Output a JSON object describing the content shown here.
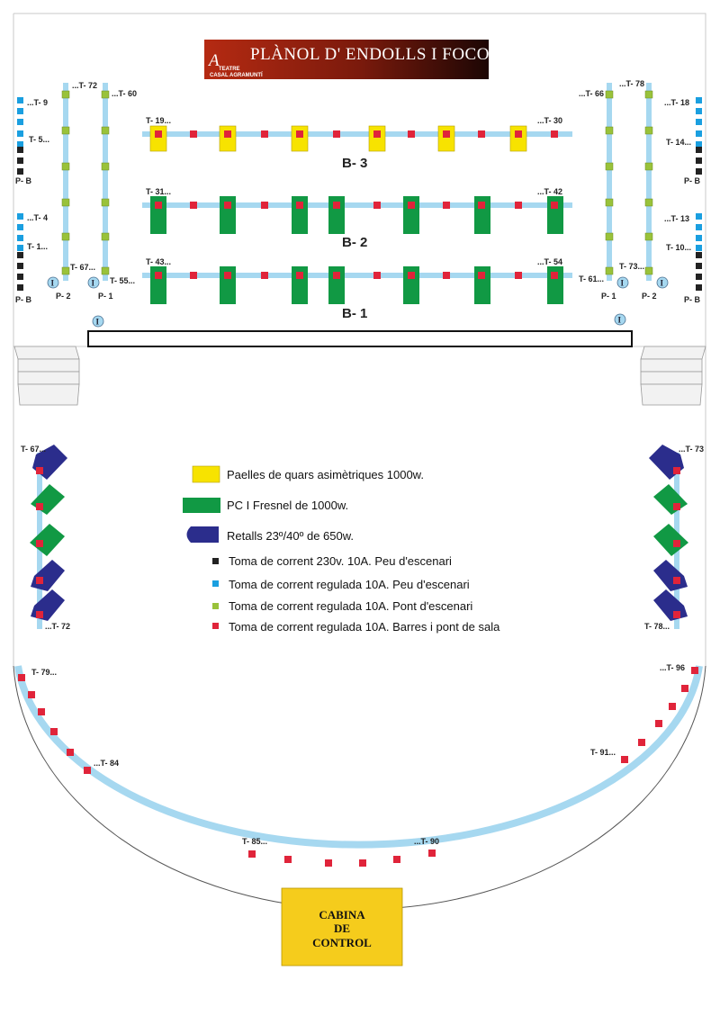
{
  "header": {
    "title": "PLÀNOL D' ENDOLLS I FOCOS",
    "logo_letter": "A",
    "subtitle_line1": "TEATRE",
    "subtitle_line2": "CASAL AGRAMUNTÍ"
  },
  "stage_labels": {
    "b3": "B- 3",
    "b2": "B- 2",
    "b1": "B- 1",
    "p2": "P- 2",
    "p1": "P- 1",
    "pb": "P- B",
    "i": "I"
  },
  "socket_labels": {
    "t19": "T- 19...",
    "t30": "...T- 30",
    "t31": "T- 31...",
    "t42": "...T- 42",
    "t43": "T- 43...",
    "t54": "...T- 54",
    "t72": "...T- 72",
    "t60": "...T- 60",
    "t67": "T- 67...",
    "t55": "T- 55...",
    "t66": "...T- 66",
    "t78": "...T- 78",
    "t61": "T- 61...",
    "t73": "T- 73...",
    "t9": "...T- 9",
    "t5": "T- 5...",
    "t4": "...T- 4",
    "t1": "T- 1...",
    "t18": "...T- 18",
    "t14": "T- 14...",
    "t13": "...T- 13",
    "t10": "T- 10...",
    "h67": "T- 67...",
    "h72": "...T- 72",
    "h73": "...T- 73",
    "h78": "T- 78...",
    "t79": "T- 79...",
    "t84": "...T- 84",
    "t85": "T- 85...",
    "t90": "...T- 90",
    "t91": "T- 91...",
    "t96": "...T- 96"
  },
  "legend": [
    {
      "text": "Paelles de quars asimètriques 1000w.",
      "kind": "quartz",
      "color": "#f7e300"
    },
    {
      "text": "PC I Fresnel de 1000w.",
      "kind": "fresnel",
      "color": "#119944"
    },
    {
      "text": "Retalls 23º/40º de 650w.",
      "kind": "profile",
      "color": "#2b2d8c"
    },
    {
      "text": "Toma de corrent 230v.  10A. Peu d'escenari",
      "kind": "socket",
      "color": "#222222"
    },
    {
      "text": "Toma de corrent regulada 10A. Peu d'escenari",
      "kind": "socket",
      "color": "#1a9fe0"
    },
    {
      "text": "Toma de corrent regulada 10A. Pont d'escenari",
      "kind": "socket",
      "color": "#99c23a"
    },
    {
      "text": "Toma de corrent regulada 10A. Barres i pont de sala",
      "kind": "socket",
      "color": "#e0243a"
    }
  ],
  "booth": {
    "line1": "CABINA",
    "line2": "DE",
    "line3": "CONTROL"
  },
  "colors": {
    "bar": "#a6d8f0",
    "red_socket": "#e0243a",
    "green_socket": "#99c23a",
    "blue_socket": "#1a9fe0",
    "black_socket": "#222222",
    "quartz": "#f7e300",
    "fresnel": "#119944",
    "profile": "#2b2d8c",
    "booth": "#f5cc1c"
  }
}
